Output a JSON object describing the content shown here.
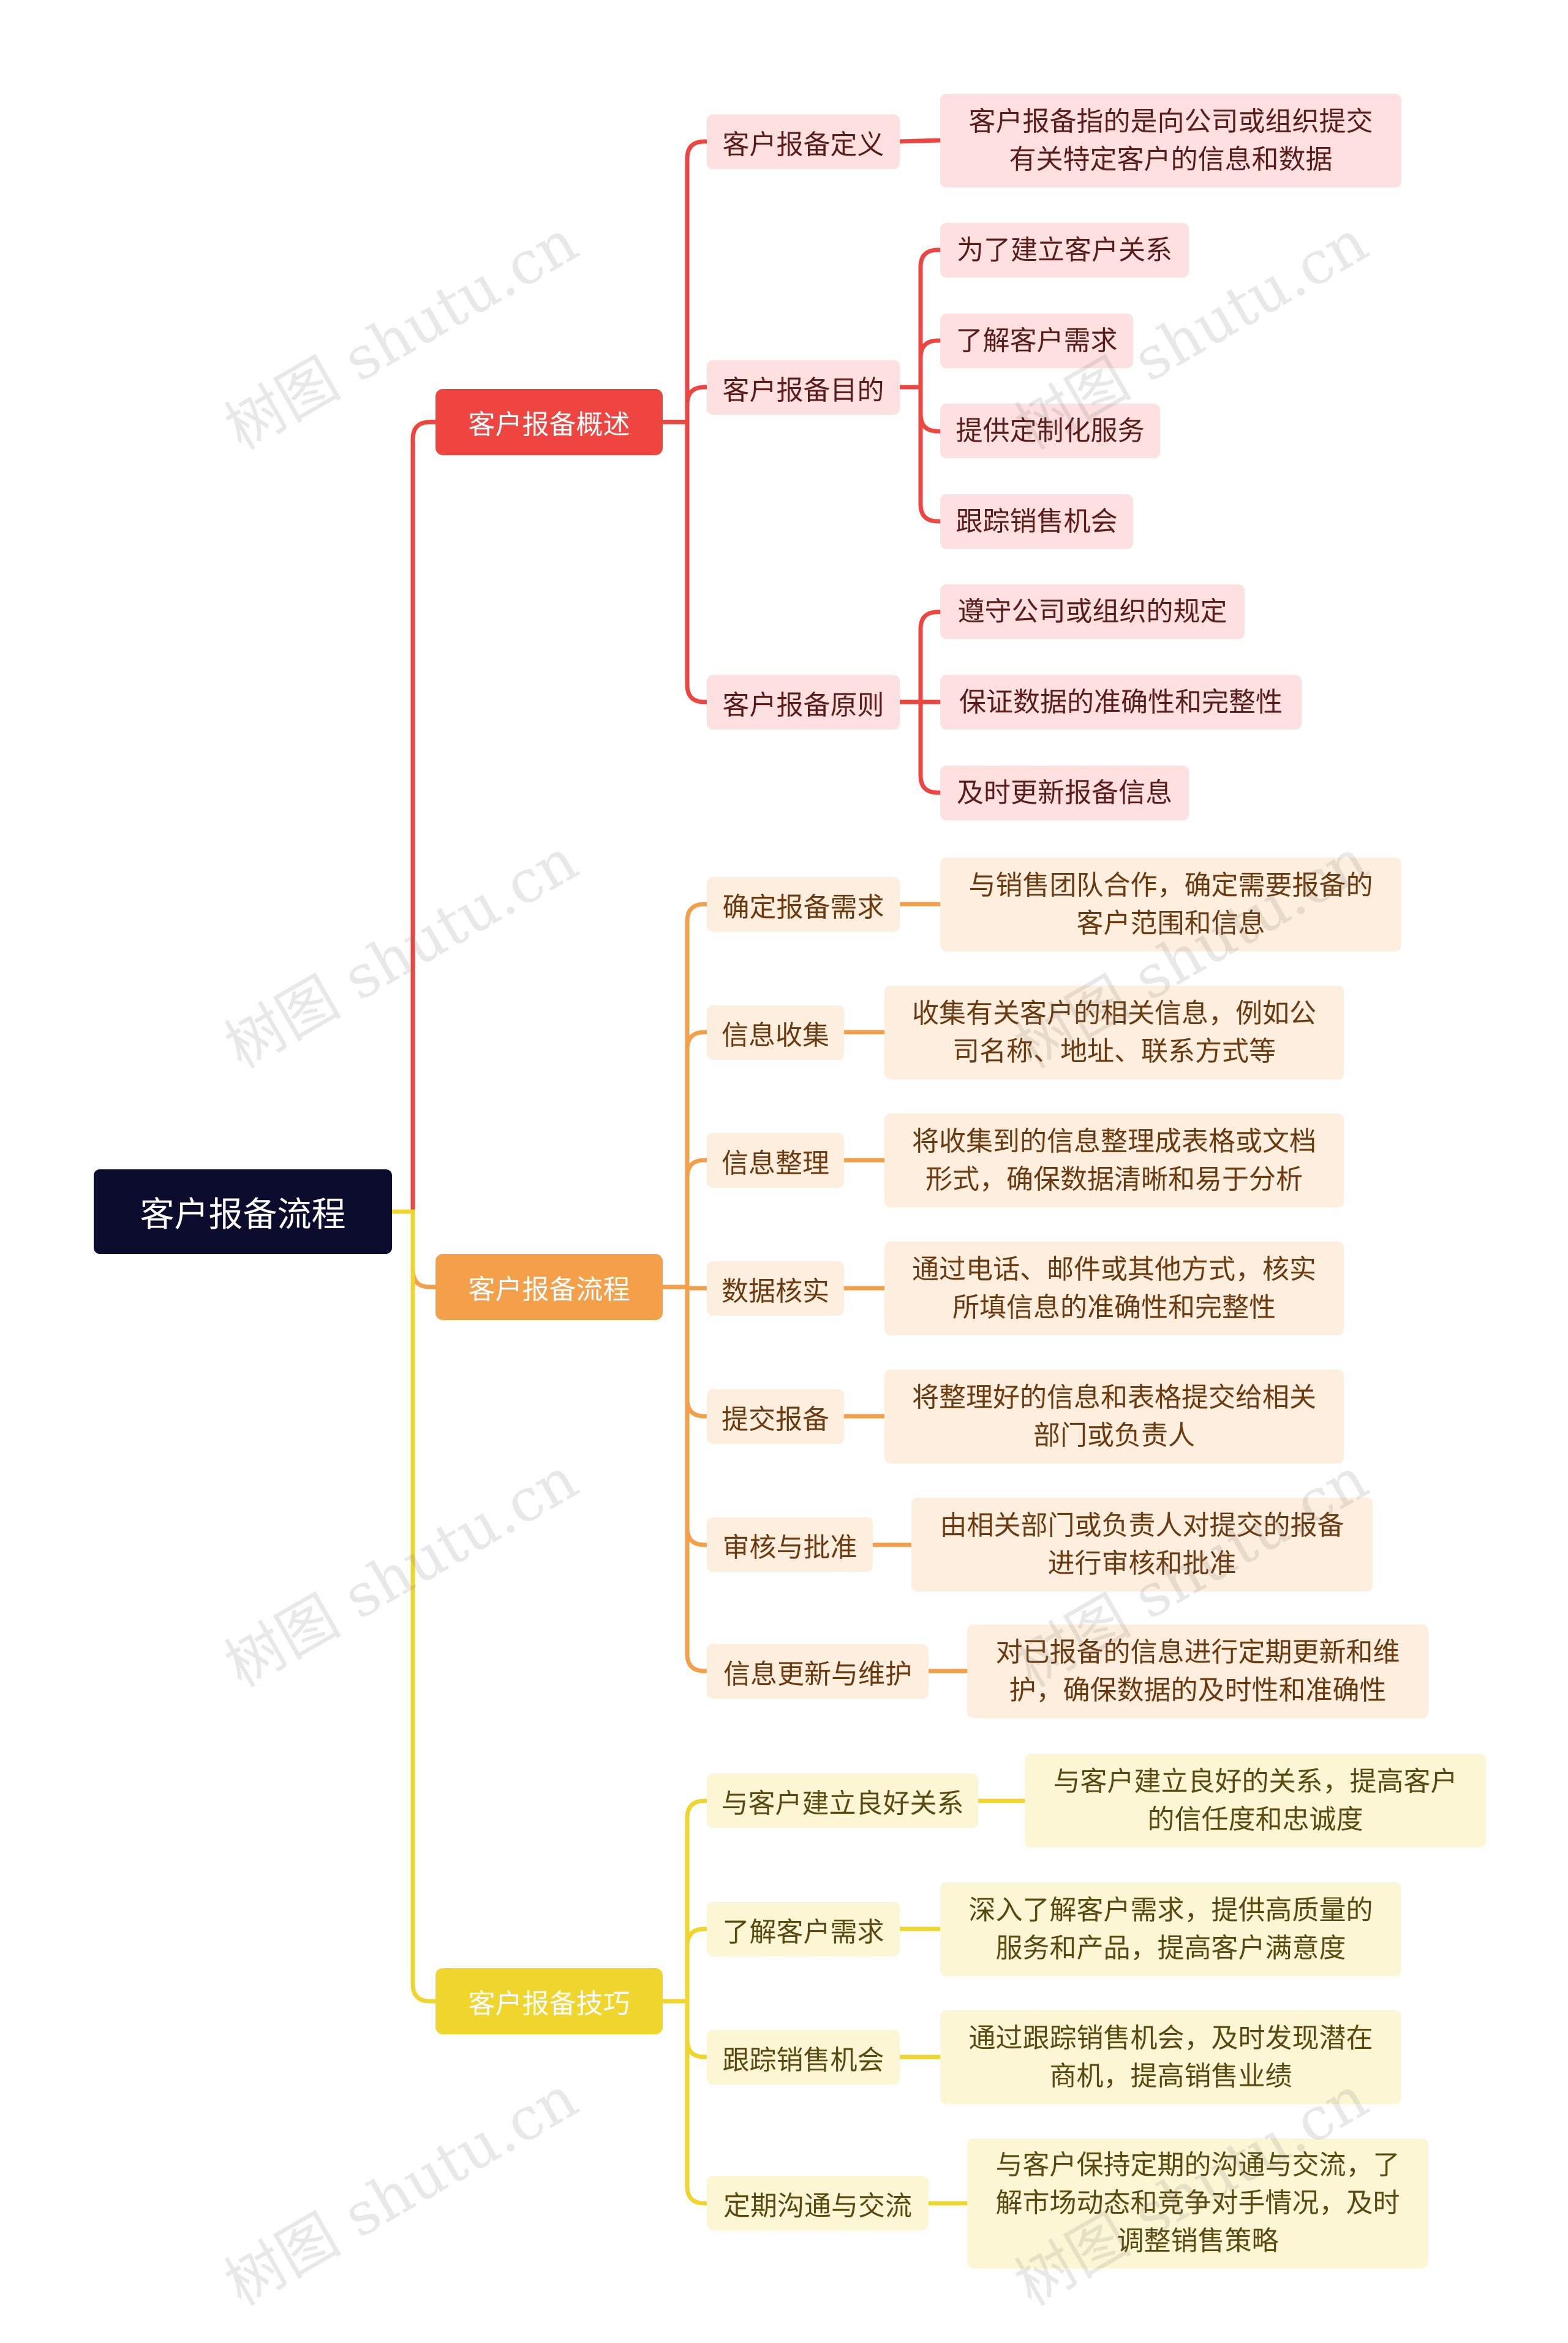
{
  "root": {
    "label": "客户报备流程"
  },
  "branches": [
    {
      "label": "客户报备概述",
      "color": "#ee4540",
      "children": [
        {
          "label": "客户报备定义",
          "details": [
            "客户报备指的是向公司或组织提交\n有关特定客户的信息和数据"
          ]
        },
        {
          "label": "客户报备目的",
          "details": [
            "为了建立客户关系",
            "了解客户需求",
            "提供定制化服务",
            "跟踪销售机会"
          ]
        },
        {
          "label": "客户报备原则",
          "details": [
            "遵守公司或组织的规定",
            "保证数据的准确性和完整性",
            "及时更新报备信息"
          ]
        }
      ]
    },
    {
      "label": "客户报备流程",
      "color": "#f4a04a",
      "children": [
        {
          "label": "确定报备需求",
          "details": [
            "与销售团队合作，确定需要报备的\n客户范围和信息"
          ]
        },
        {
          "label": "信息收集",
          "details": [
            "收集有关客户的相关信息，例如公\n司名称、地址、联系方式等"
          ]
        },
        {
          "label": "信息整理",
          "details": [
            "将收集到的信息整理成表格或文档\n形式，确保数据清晰和易于分析"
          ]
        },
        {
          "label": "数据核实",
          "details": [
            "通过电话、邮件或其他方式，核实\n所填信息的准确性和完整性"
          ]
        },
        {
          "label": "提交报备",
          "details": [
            "将整理好的信息和表格提交给相关\n部门或负责人"
          ]
        },
        {
          "label": "审核与批准",
          "details": [
            "由相关部门或负责人对提交的报备\n进行审核和批准"
          ]
        },
        {
          "label": "信息更新与维护",
          "details": [
            "对已报备的信息进行定期更新和维\n护，确保数据的及时性和准确性"
          ]
        }
      ]
    },
    {
      "label": "客户报备技巧",
      "color": "#f0d52c",
      "children": [
        {
          "label": "与客户建立良好关系",
          "details": [
            "与客户建立良好的关系，提高客户\n的信任度和忠诚度"
          ]
        },
        {
          "label": "了解客户需求",
          "details": [
            "深入了解客户需求，提供高质量的\n服务和产品，提高客户满意度"
          ]
        },
        {
          "label": "跟踪销售机会",
          "details": [
            "通过跟踪销售机会，及时发现潜在\n商机，提高销售业绩"
          ]
        },
        {
          "label": "定期沟通与交流",
          "details": [
            "与客户保持定期的沟通与交流，了\n解市场动态和竞争对手情况，及时\n调整销售策略"
          ]
        }
      ]
    }
  ],
  "watermark": "树图 shutu.cn",
  "theme": {
    "root_bg": "#0b0b2e",
    "red": {
      "l2_bg": "#fde0df",
      "l2_text": "#5a1d1a",
      "l3_bg": "#fde0df",
      "l3_text": "#5a1d1a"
    },
    "orange": {
      "l2_bg": "#fdeedd",
      "l2_text": "#6b3a10",
      "l3_bg": "#fdeedd",
      "l3_text": "#6b3a10"
    },
    "yellow": {
      "l2_bg": "#fdf6d5",
      "l2_text": "#5a4a10",
      "l3_bg": "#fdf6d5",
      "l3_text": "#5a4a10"
    }
  }
}
